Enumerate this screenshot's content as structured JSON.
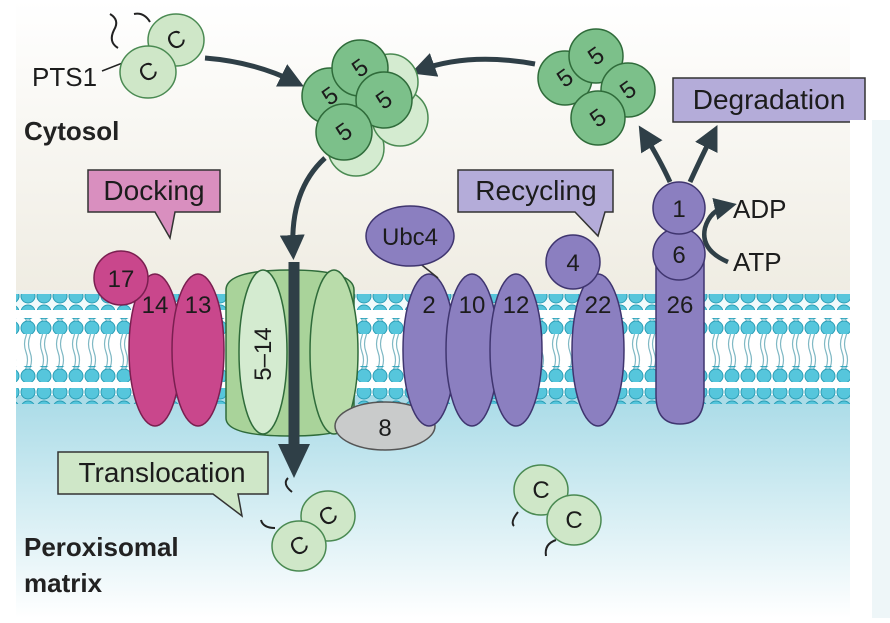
{
  "regions": {
    "cytosol": "Cytosol",
    "matrix_line1": "Peroxisomal",
    "matrix_line2": "matrix"
  },
  "signal": {
    "pts1": "PTS1"
  },
  "cargo": {
    "c": "C"
  },
  "callouts": {
    "docking": "Docking",
    "recycling": "Recycling",
    "degradation": "Degradation",
    "translocation": "Translocation"
  },
  "proteins": {
    "p5": "5",
    "p17": "17",
    "p14": "14",
    "p13": "13",
    "p5_14": "5–14",
    "p8": "8",
    "ubc4": "Ubc4",
    "p2": "2",
    "p10": "10",
    "p12": "12",
    "p4": "4",
    "p22": "22",
    "p26": "26",
    "p1": "1",
    "p6": "6"
  },
  "nucleotides": {
    "adp": "ADP",
    "atp": "ATP"
  },
  "colors": {
    "cytosol_bg": "#efece2",
    "matrix_bg": "#b9e1ea",
    "membrane_head": "#4fc4db",
    "docking_magenta": "#c9478c",
    "docking_box": "#d98fbf",
    "pex5_green": "#7cc08a",
    "channel_green": "#a9d39a",
    "cargo_green": "#cfe7c8",
    "purple": "#8b7fc0",
    "purple_box": "#b4acd9",
    "pex8_gray": "#c9cbcb",
    "arrow": "#2f3f47"
  }
}
